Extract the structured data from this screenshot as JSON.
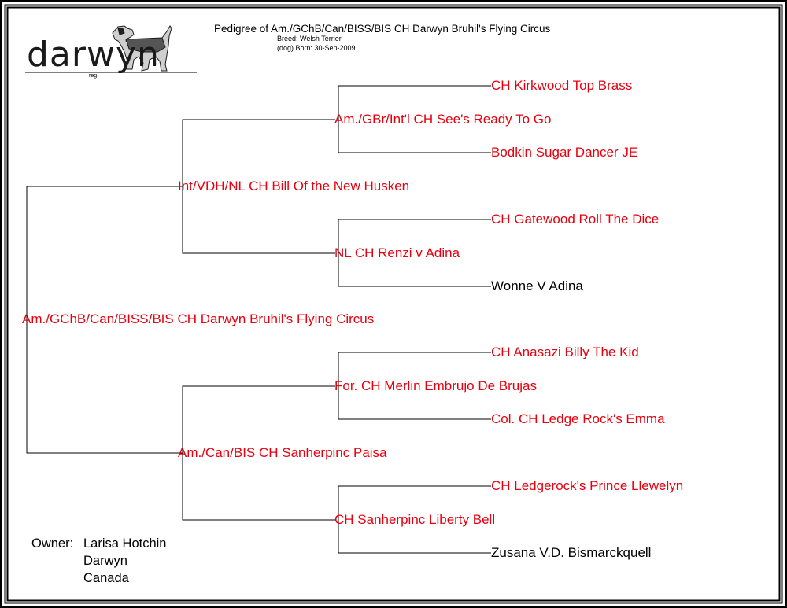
{
  "header": {
    "title": "Pedigree of Am./GChB/Can/BISS/BIS CH Darwyn Bruhil's Flying Circus",
    "breed": "Breed: Welsh Terrier",
    "born": "(dog)  Born: 30-Sep-2009"
  },
  "logo": {
    "text": "darwyn",
    "reg": "reg.",
    "icon": "welsh-terrier-silhouette"
  },
  "pedigree": {
    "subject": "Am./GChB/Can/BISS/BIS CH Darwyn Bruhil's Flying Circus",
    "sire": "Int/VDH/NL CH Bill Of the New Husken",
    "dam": "Am./Can/BIS CH Sanherpinc Paisa",
    "sire_sire": "Am./GBr/Int'l CH See's Ready To Go",
    "sire_dam": "NL CH Renzi v Adina",
    "dam_sire": "For. CH Merlin Embrujo De Brujas",
    "dam_dam": "CH Sanherpinc Liberty Bell",
    "ggen": [
      "CH Kirkwood Top Brass",
      "Bodkin Sugar Dancer JE",
      "CH Gatewood Roll The Dice",
      "Wonne V Adina",
      "CH Anasazi Billy The Kid",
      "Col. CH Ledge Rock's Emma",
      "CH Ledgerock's Prince Llewelyn",
      "Zusana V.D. Bismarckquell"
    ]
  },
  "owner": {
    "label": "Owner:",
    "name": "Larisa Hotchin",
    "kennel": "Darwyn",
    "country": "Canada"
  },
  "colors": {
    "champion": "#e8000f",
    "non_champion": "#000000",
    "lines": "#000000",
    "border": "#000000"
  }
}
